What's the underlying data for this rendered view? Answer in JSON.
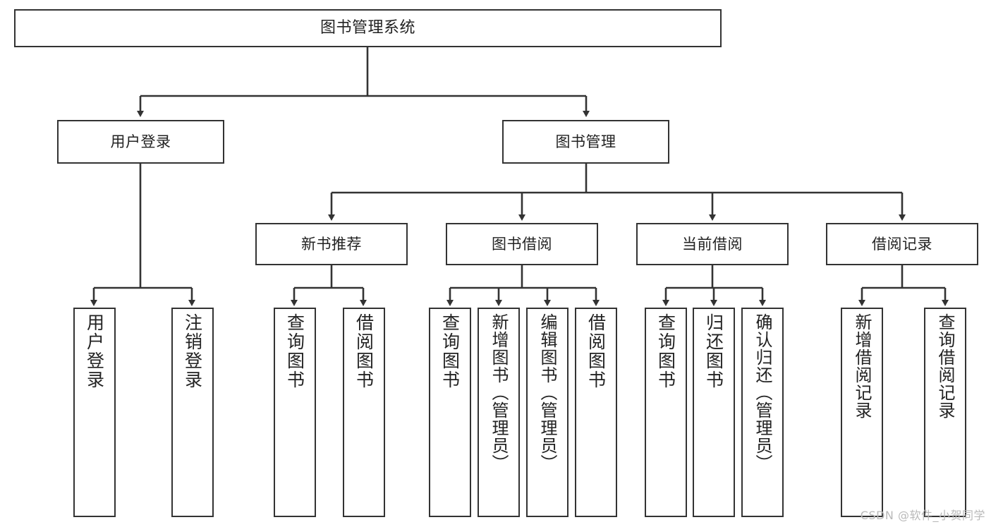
{
  "diagram": {
    "title": "图书管理系统",
    "type": "tree-hierarchy-chart",
    "line_color": "#333333",
    "box_fill": "#ffffff",
    "text_color": "#222222",
    "watermark": "CSDN @软件_小贺同学"
  },
  "nodes": {
    "root": {
      "label": "图书管理系统"
    },
    "level2": [
      {
        "label": "用户登录"
      },
      {
        "label": "图书管理"
      }
    ],
    "level3": [
      {
        "label": "新书推荐"
      },
      {
        "label": "图书借阅"
      },
      {
        "label": "当前借阅"
      },
      {
        "label": "借阅记录"
      }
    ],
    "leaves": {
      "user_login": [
        {
          "label": "用户登录"
        },
        {
          "label": "注销登录"
        }
      ],
      "new_book_recommend": [
        {
          "label": "查询图书"
        },
        {
          "label": "借阅图书"
        }
      ],
      "book_borrow": [
        {
          "label": "查询图书"
        },
        {
          "label": "新增图书（管理员）"
        },
        {
          "label": "编辑图书（管理员）"
        },
        {
          "label": "借阅图书"
        }
      ],
      "current_borrow": [
        {
          "label": "查询图书"
        },
        {
          "label": "归还图书"
        },
        {
          "label": "确认归还（管理员）"
        }
      ],
      "borrow_record": [
        {
          "label": "新增借阅记录"
        },
        {
          "label": "查询借阅记录"
        }
      ]
    }
  }
}
